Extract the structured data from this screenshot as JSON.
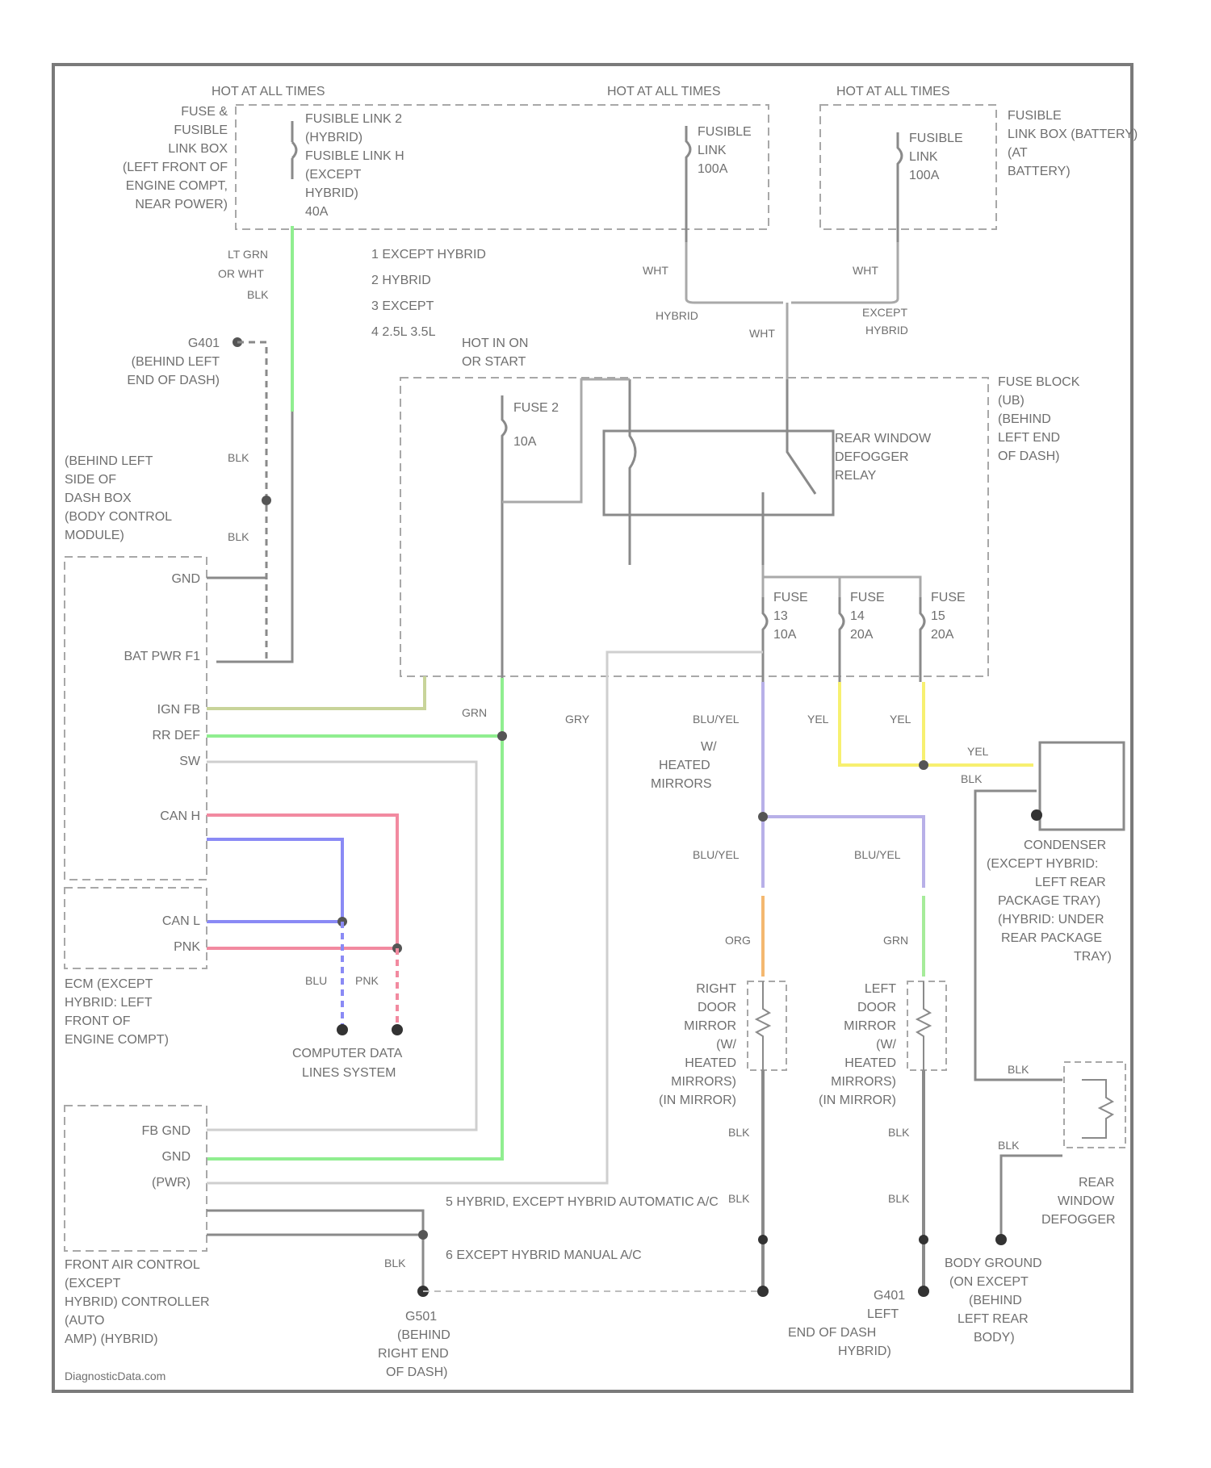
{
  "sources": {
    "fusible_box_caption": [
      "FUSE &",
      "FUSIBLE",
      "LINK BOX",
      "(LEFT FRONT OF",
      "ENGINE COMPT,",
      "NEAR POWER)"
    ],
    "hot1": "HOT AT ALL TIMES",
    "hot2": "HOT AT ALL TIMES",
    "hot3": "HOT AT ALL TIMES",
    "fl2_lines": [
      "FUSIBLE LINK 2",
      "(HYBRID)",
      "FUSIBLE LINK H",
      "(EXCEPT",
      "HYBRID)",
      "40A"
    ],
    "fl_mid_lines": [
      "FUSIBLE",
      "LINK",
      "100A"
    ],
    "fl_right_lines": [
      "FUSIBLE",
      "LINK",
      "100A"
    ],
    "battery_box_lines": [
      "FUSIBLE",
      "LINK BOX (BATTERY)",
      "(AT",
      "BATTERY)"
    ]
  },
  "notes": {
    "legend": [
      "1  EXCEPT HYBRID",
      "2  HYBRID",
      "3  EXCEPT",
      "4  2.5L 3.5L"
    ],
    "hot_run": [
      "HOT IN ON",
      "OR START"
    ],
    "hybrid": "HYBRID",
    "except_hybrid": [
      "EXCEPT",
      "HYBRID"
    ]
  },
  "wires": {
    "lt_grn": [
      "LT GRN",
      "OR WHT",
      "BLK"
    ],
    "wht": "WHT",
    "blk": "BLK",
    "grn": "GRN",
    "gry": "GRY",
    "blu_yel": "BLU/YEL",
    "yel": "YEL",
    "org": "ORG",
    "pnk": "PNK",
    "blu": "BLU"
  },
  "ground": {
    "g401_lines": [
      "G401",
      "(BEHIND LEFT",
      "END OF DASH)"
    ],
    "g501_lines": [
      "G501",
      "(BEHIND",
      "RIGHT END",
      "OF DASH)"
    ],
    "g401b_lines": [
      "G401",
      "LEFT",
      "END OF DASH",
      "HYBRID)"
    ],
    "body_ground_lines": [
      "BODY GROUND",
      "(ON EXCEPT",
      "(BEHIND",
      "LEFT REAR",
      "BODY)"
    ]
  },
  "modules": {
    "bcm_lines": [
      "(BEHIND LEFT",
      "SIDE OF",
      "DASH BOX",
      "(BODY CONTROL",
      "MODULE)"
    ],
    "bcm_pins": [
      "GND",
      "BAT PWR F1",
      "IGN FB",
      "RR DEF",
      "SW",
      "CAN H",
      "CAN L",
      "PNK"
    ],
    "ecm_lines": [
      "ECM (EXCEPT",
      "HYBRID: LEFT",
      "FRONT OF",
      "ENGINE COMPT)"
    ],
    "fac_lines": [
      "FRONT AIR CONTROL",
      "(EXCEPT",
      "HYBRID) CONTROLLER",
      "(AUTO",
      "AMP) (HYBRID)"
    ],
    "fac_pins": [
      "FB GND",
      "GND",
      "(PWR)"
    ],
    "fuse_block_lines": [
      "FUSE BLOCK",
      "(UB)",
      "(BEHIND",
      "LEFT END",
      "OF DASH)"
    ],
    "fuse2": [
      "FUSE 2",
      "10A"
    ],
    "relay_lines": [
      "REAR WINDOW",
      "DEFOGGER",
      "RELAY"
    ],
    "fuse13": [
      "FUSE",
      "13",
      "10A"
    ],
    "fuse14": [
      "FUSE",
      "14",
      "20A"
    ],
    "fuse15": [
      "FUSE",
      "15",
      "20A"
    ],
    "condenser_lines": [
      "CONDENSER",
      "(EXCEPT HYBRID:",
      "LEFT REAR",
      "PACKAGE TRAY)",
      "(HYBRID: UNDER",
      "REAR PACKAGE",
      "TRAY)"
    ],
    "defogger_lines": [
      "REAR",
      "WINDOW",
      "DEFOGGER"
    ],
    "right_mirror_lines": [
      "RIGHT",
      "DOOR",
      "MIRROR",
      "(W/",
      "HEATED",
      "MIRRORS)",
      "(IN MIRROR)"
    ],
    "left_mirror_lines": [
      "LEFT",
      "DOOR",
      "MIRROR",
      "(W/",
      "HEATED",
      "MIRRORS)",
      "(IN MIRROR)"
    ],
    "heated_mirrors_lines": [
      "W/",
      "HEATED",
      "MIRRORS"
    ],
    "computer_data_lines": [
      "COMPUTER DATA",
      "LINES SYSTEM"
    ]
  },
  "notes2": {
    "n5": "5  HYBRID, EXCEPT HYBRID AUTOMATIC A/C",
    "n6": "6  EXCEPT HYBRID MANUAL A/C"
  },
  "watermark": "DiagnosticData.com",
  "colors": {
    "frame": "#7a7a7a",
    "wire_gray": "#9a9a9a",
    "lt_green": "#90ee90",
    "tan_green": "#c8d49a",
    "pink": "#f28aa0",
    "blue": "#8a8af5",
    "lavender": "#b8b0e8",
    "yellow": "#f7f070",
    "orange": "#f4b870",
    "green2": "#a6ec9a"
  }
}
